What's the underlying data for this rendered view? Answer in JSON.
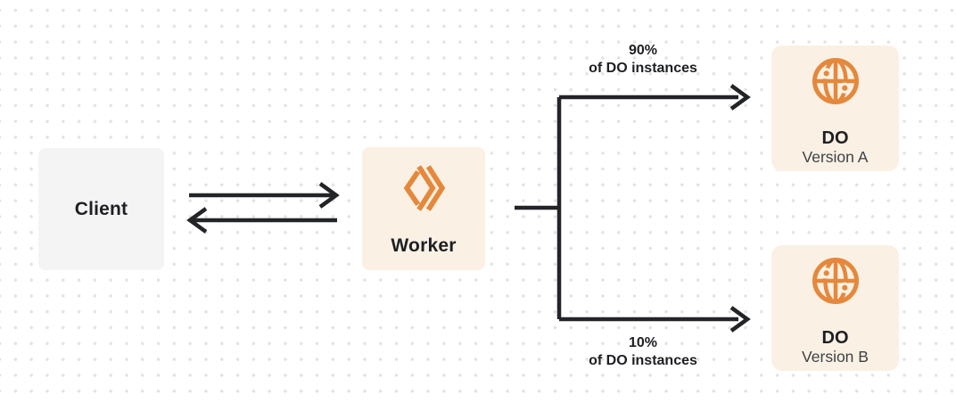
{
  "diagram": {
    "client": {
      "label": "Client"
    },
    "worker": {
      "label": "Worker"
    },
    "branches": {
      "top": {
        "percent": "90%",
        "caption": "of DO instances"
      },
      "bottom": {
        "percent": "10%",
        "caption": "of DO instances"
      }
    },
    "do_version_a": {
      "title": "DO",
      "subtitle": "Version A"
    },
    "do_version_b": {
      "title": "DO",
      "subtitle": "Version B"
    }
  },
  "colors": {
    "accent_orange": "#E5883C",
    "node_cream": "#FAF1E4",
    "node_gray": "#F4F4F5",
    "wire_dark": "#222428",
    "text_dark": "#1E1F23",
    "text_subtle": "#3F4045",
    "dot_grid": "#E3E3E5"
  }
}
